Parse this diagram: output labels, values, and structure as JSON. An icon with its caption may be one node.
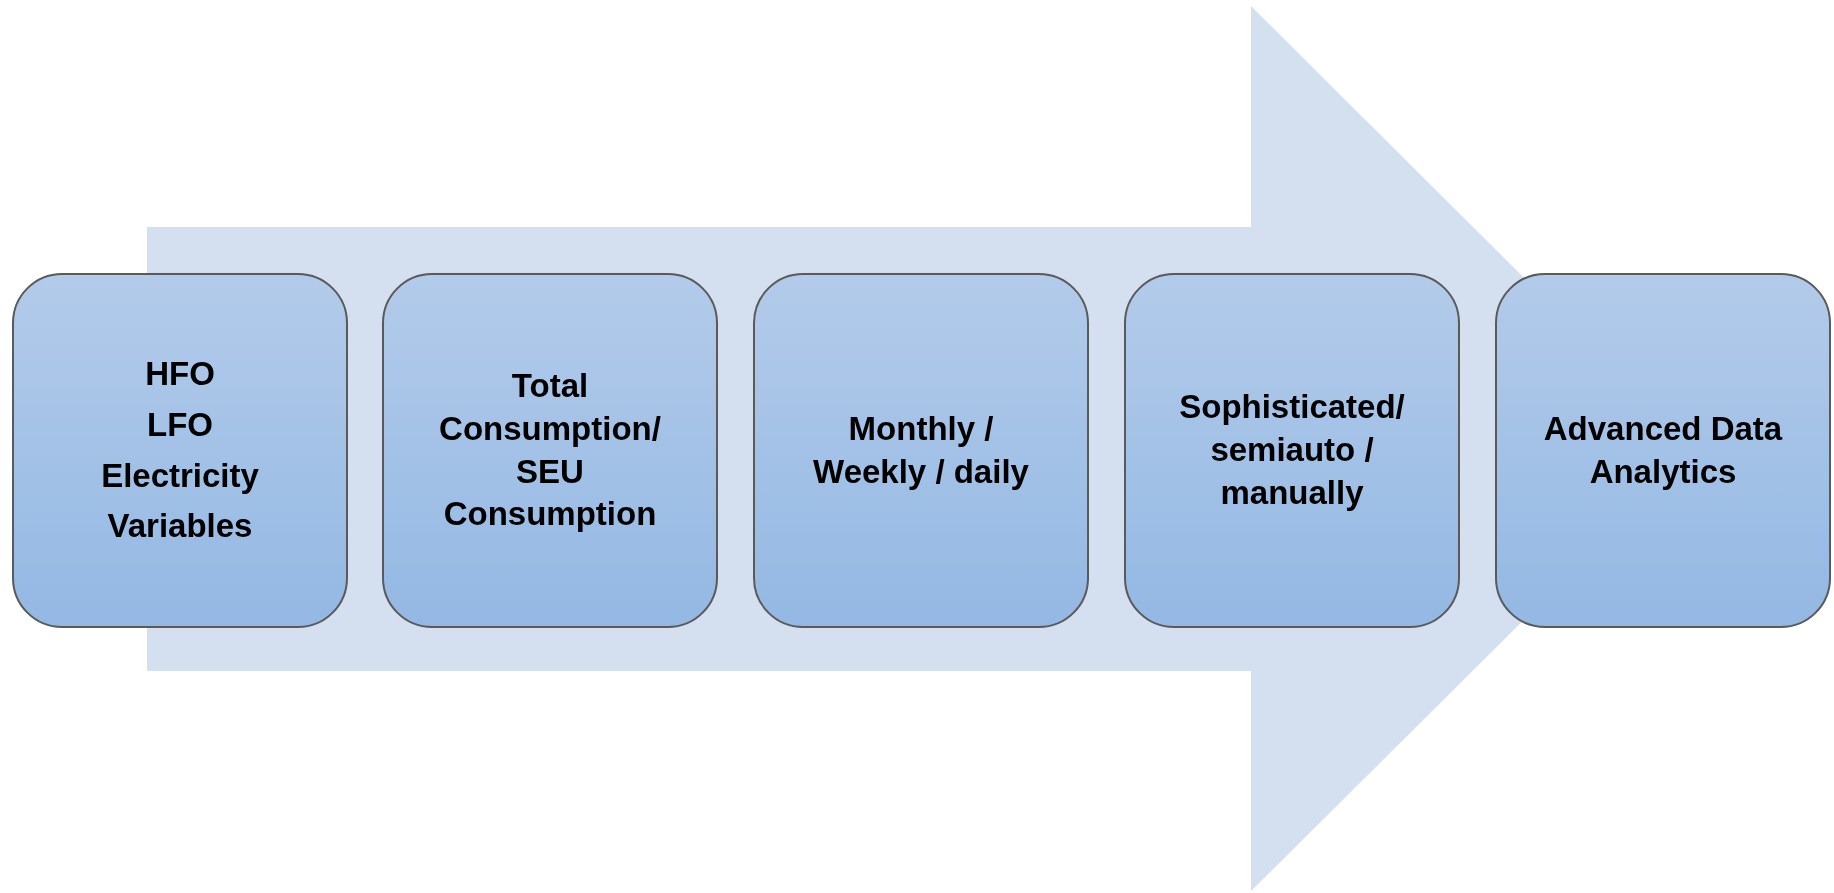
{
  "diagram": {
    "nodes": [
      {
        "text": [
          "HFO",
          "LFO",
          "Electricity",
          "Variables"
        ]
      },
      {
        "text": [
          "Total Consumption/ SEU Consumption"
        ]
      },
      {
        "text": [
          "Monthly / Weekly / daily"
        ]
      },
      {
        "text": [
          "Sophisticated/ semiauto / manually"
        ]
      },
      {
        "text": [
          "Advanced Data Analytics"
        ]
      }
    ],
    "edges": [
      {
        "from": 0,
        "to": 4,
        "arrow": "to",
        "style": "thick",
        "color": "#d4dff0"
      }
    ]
  }
}
